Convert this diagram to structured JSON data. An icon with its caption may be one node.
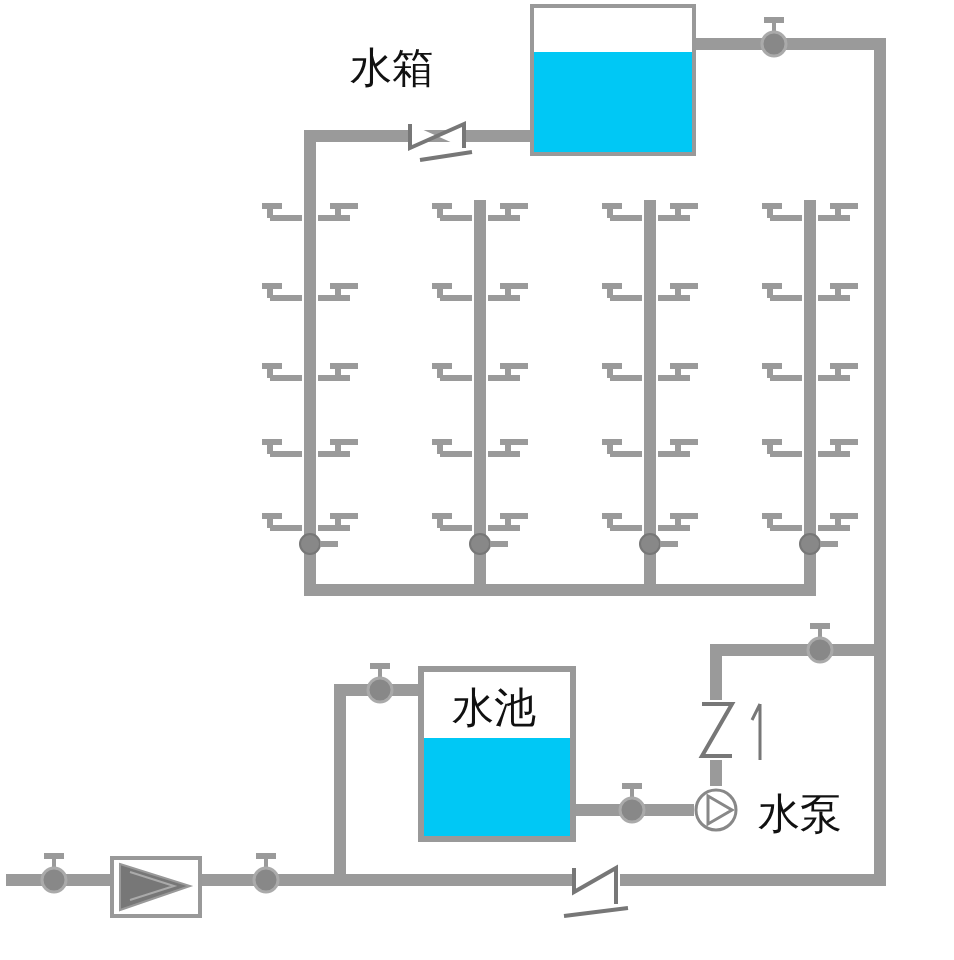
{
  "diagram": {
    "nodes": [
      {
        "text": [
          "水箱"
        ]
      },
      {
        "text": [
          "水池"
        ]
      },
      {
        "text": [],
        "shape": "circle",
        "beside": [
          "水泵"
        ]
      },
      {
        "text": [],
        "shape": "box"
      }
    ],
    "edges": [
      {
        "from": null,
        "to": 3,
        "arrow": "none"
      },
      {
        "from": 3,
        "to": 1,
        "arrow": "none"
      },
      {
        "from": 1,
        "to": 2,
        "arrow": "none"
      },
      {
        "from": 2,
        "to": 0,
        "arrow": "none"
      },
      {
        "from": 3,
        "to": 0,
        "arrow": "none"
      }
    ]
  }
}
